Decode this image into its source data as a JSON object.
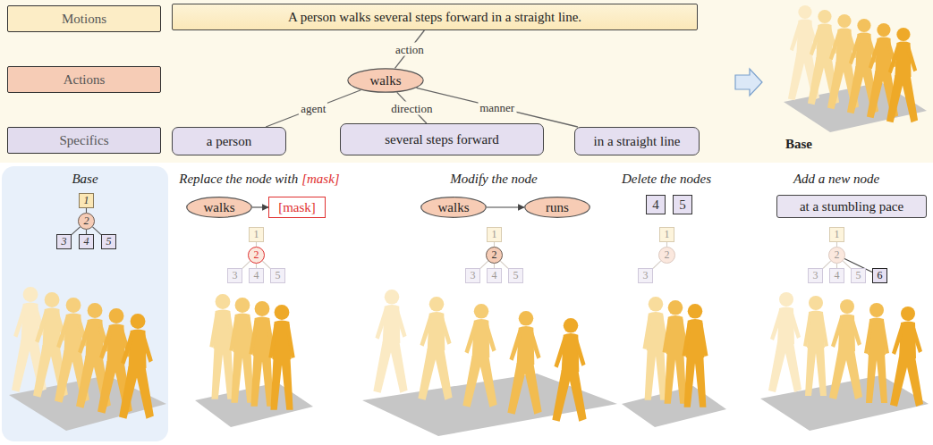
{
  "diagram": {
    "nodes": [
      {
        "text": [
          "Motions"
        ]
      },
      {
        "text": [
          "A person walks several steps forward in a straight line."
        ]
      },
      {
        "text": [
          "Actions"
        ]
      },
      {
        "text": [
          "walks"
        ]
      },
      {
        "text": [
          "Specifics"
        ]
      },
      {
        "text": [
          "a person"
        ]
      },
      {
        "text": [
          "several steps forward"
        ]
      },
      {
        "text": [
          "in a straight line"
        ]
      },
      {
        "text": [
          "Base"
        ]
      },
      {
        "text": [
          "1"
        ],
        "in": 8
      },
      {
        "text": [
          "2"
        ],
        "in": 8
      },
      {
        "text": [
          "3"
        ],
        "in": 8
      },
      {
        "text": [
          "4"
        ],
        "in": 8
      },
      {
        "text": [
          "5"
        ],
        "in": 8
      },
      {
        "text": [
          "walks"
        ]
      },
      {
        "text": [
          "[mask]"
        ]
      },
      {
        "text": [
          "1"
        ]
      },
      {
        "text": [
          "2"
        ]
      },
      {
        "text": [
          "3"
        ]
      },
      {
        "text": [
          "4"
        ]
      },
      {
        "text": [
          "5"
        ]
      },
      {
        "text": [
          "walks"
        ]
      },
      {
        "text": [
          "runs"
        ]
      },
      {
        "text": [
          "1"
        ]
      },
      {
        "text": [
          "2"
        ]
      },
      {
        "text": [
          "3"
        ]
      },
      {
        "text": [
          "4"
        ]
      },
      {
        "text": [
          "5"
        ]
      },
      {
        "text": [
          "4"
        ]
      },
      {
        "text": [
          "5"
        ]
      },
      {
        "text": [
          "1"
        ]
      },
      {
        "text": [
          "2"
        ]
      },
      {
        "text": [
          "3"
        ]
      },
      {
        "text": [
          "at a stumbling pace"
        ]
      },
      {
        "text": [
          "1"
        ]
      },
      {
        "text": [
          "2"
        ]
      },
      {
        "text": [
          "3"
        ]
      },
      {
        "text": [
          "4"
        ]
      },
      {
        "text": [
          "5"
        ]
      },
      {
        "text": [
          "6"
        ]
      }
    ],
    "edges": [
      {
        "from": 1,
        "to": 3,
        "label": "action",
        "arrow": "none"
      },
      {
        "from": 3,
        "to": 5,
        "label": "agent",
        "arrow": "none"
      },
      {
        "from": 3,
        "to": 6,
        "label": "direction",
        "arrow": "none"
      },
      {
        "from": 3,
        "to": 7,
        "label": "manner",
        "arrow": "none"
      },
      {
        "from": 9,
        "to": 10,
        "arrow": "none"
      },
      {
        "from": 10,
        "to": 11,
        "arrow": "none"
      },
      {
        "from": 10,
        "to": 12,
        "arrow": "none"
      },
      {
        "from": 10,
        "to": 13,
        "arrow": "none"
      },
      {
        "from": 14,
        "to": 15,
        "arrow": "to"
      },
      {
        "from": 16,
        "to": 17,
        "arrow": "none"
      },
      {
        "from": 17,
        "to": 18,
        "arrow": "none"
      },
      {
        "from": 17,
        "to": 19,
        "arrow": "none"
      },
      {
        "from": 17,
        "to": 20,
        "arrow": "none"
      },
      {
        "from": 21,
        "to": 22,
        "arrow": "to"
      },
      {
        "from": 23,
        "to": 24,
        "arrow": "none"
      },
      {
        "from": 24,
        "to": 25,
        "arrow": "none"
      },
      {
        "from": 24,
        "to": 26,
        "arrow": "none"
      },
      {
        "from": 24,
        "to": 27,
        "arrow": "none"
      },
      {
        "from": 30,
        "to": 31,
        "arrow": "none"
      },
      {
        "from": 31,
        "to": 32,
        "arrow": "none"
      },
      {
        "from": 34,
        "to": 35,
        "arrow": "none"
      },
      {
        "from": 35,
        "to": 36,
        "arrow": "none"
      },
      {
        "from": 35,
        "to": 37,
        "arrow": "none"
      },
      {
        "from": 35,
        "to": 38,
        "arrow": "none"
      },
      {
        "from": 35,
        "to": 39,
        "arrow": "none"
      }
    ],
    "labels": [
      "Base",
      "Replace the node with",
      "[mask]",
      "Modify the node",
      "Delete the nodes",
      "Add a new node"
    ]
  }
}
